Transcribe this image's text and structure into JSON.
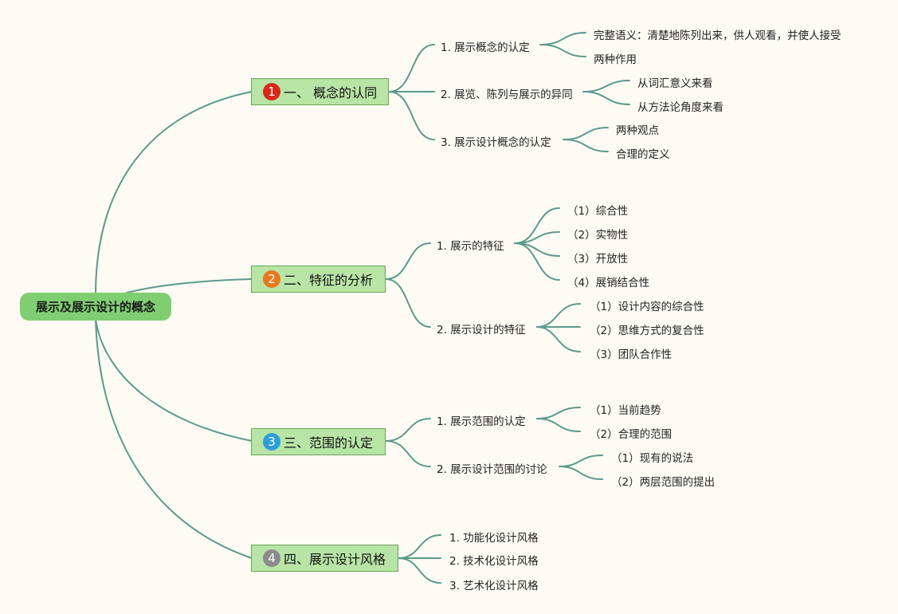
{
  "root": "展示及展示设计的概念",
  "colors": {
    "line": "#5b9a8d",
    "root_bg": "#7fcf72",
    "main_bg": "#b8e4a6",
    "badge_1": "#d9271c",
    "badge_2": "#e8781e",
    "badge_3": "#2d9fd8",
    "badge_4": "#8a8a8a"
  },
  "branches": [
    {
      "badge": "1",
      "label": "一、 概念的认同",
      "children": [
        {
          "label": "1. 展示概念的认定",
          "children": [
            "完整语义：清楚地陈列出来，供人观看，并使人接受",
            "两种作用"
          ]
        },
        {
          "label": "2. 展览、陈列与展示的异同",
          "children": [
            "从词汇意义来看",
            "从方法论角度来看"
          ]
        },
        {
          "label": "3. 展示设计概念的认定",
          "children": [
            "两种观点",
            "合理的定义"
          ]
        }
      ]
    },
    {
      "badge": "2",
      "label": "二、特征的分析",
      "children": [
        {
          "label": "1. 展示的特征",
          "children": [
            "（1）综合性",
            "（2）实物性",
            "（3）开放性",
            "（4）展销结合性"
          ]
        },
        {
          "label": "2. 展示设计的特征",
          "children": [
            "（1）设计内容的综合性",
            "（2）思维方式的复合性",
            "（3）团队合作性"
          ]
        }
      ]
    },
    {
      "badge": "3",
      "label": "三、范围的认定",
      "children": [
        {
          "label": "1. 展示范围的认定",
          "children": [
            "（1）当前趋势",
            "（2）合理的范围"
          ]
        },
        {
          "label": "2. 展示设计范围的讨论",
          "children": [
            "（1）现有的说法",
            "（2）两层范围的提出"
          ]
        }
      ]
    },
    {
      "badge": "4",
      "label": "四、展示设计风格",
      "children": [
        {
          "label": "1. 功能化设计风格",
          "children": []
        },
        {
          "label": "2. 技术化设计风格",
          "children": []
        },
        {
          "label": "3. 艺术化设计风格",
          "children": []
        }
      ]
    }
  ]
}
